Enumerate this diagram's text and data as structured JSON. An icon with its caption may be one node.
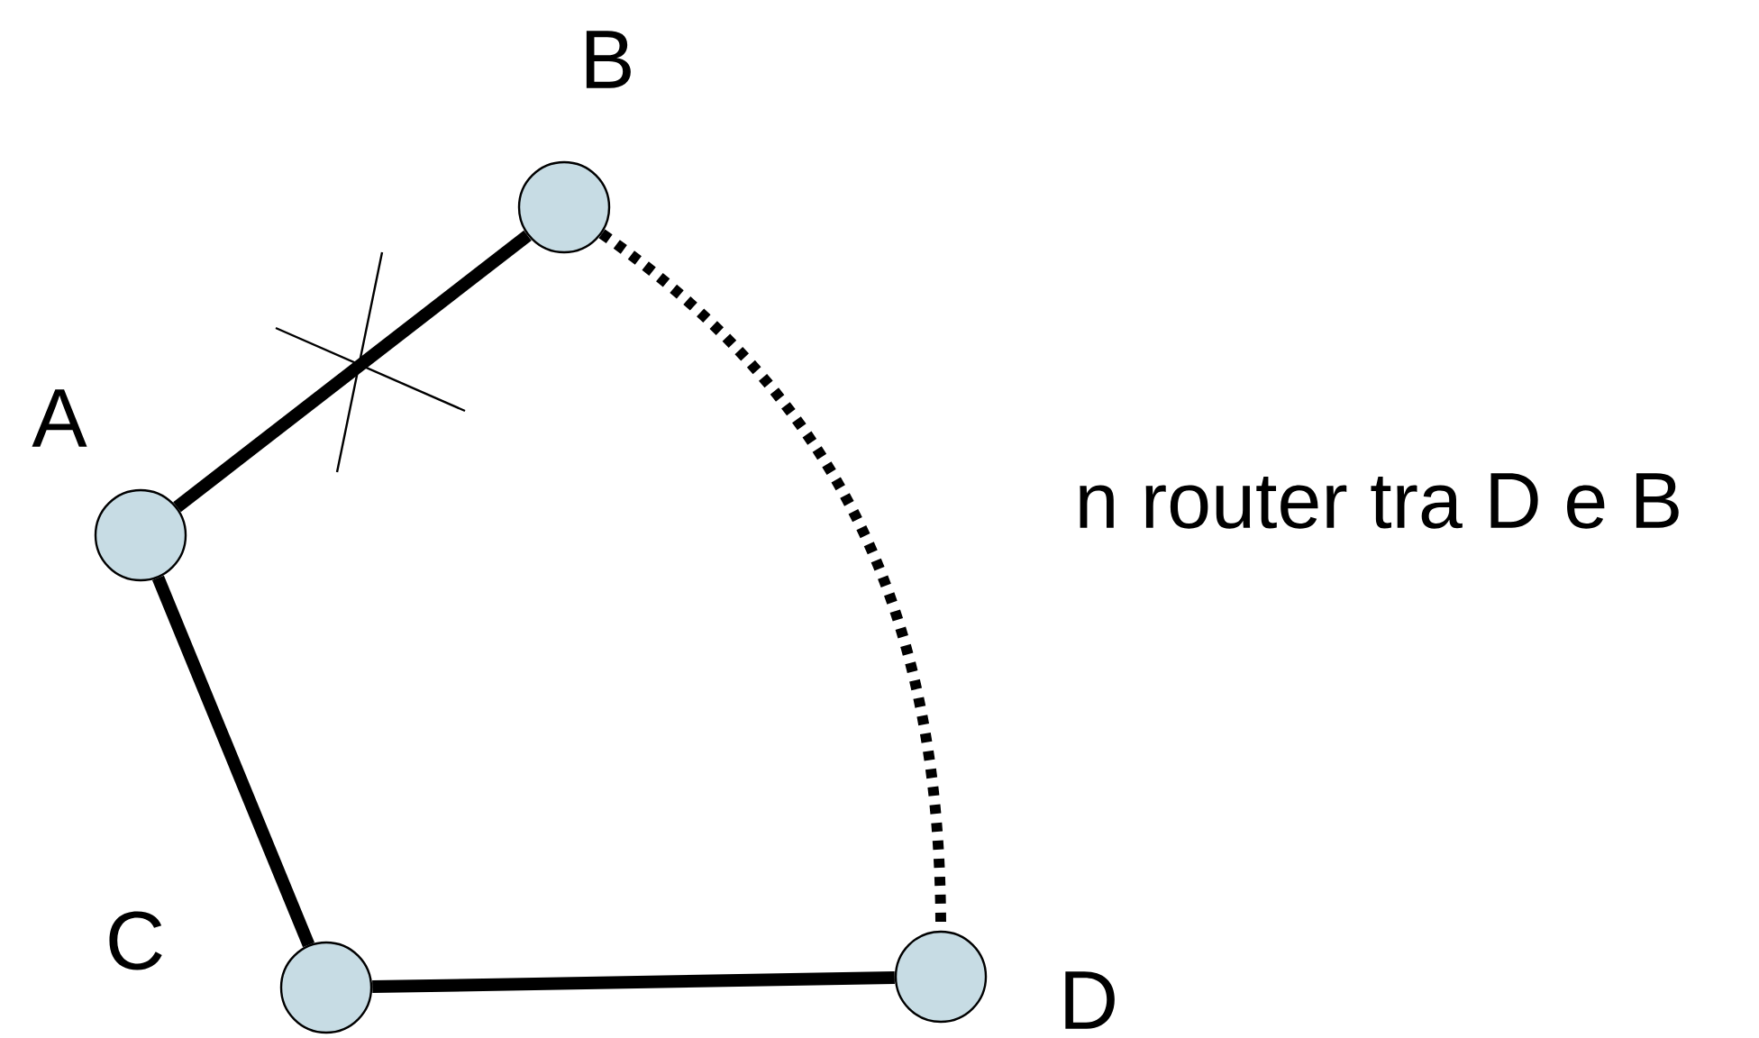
{
  "diagram": {
    "nodes": [
      {
        "text": [],
        "shape": "circle",
        "beside": [
          "B"
        ]
      },
      {
        "text": [],
        "shape": "circle",
        "beside": [
          "A"
        ]
      },
      {
        "text": [],
        "shape": "circle",
        "beside": [
          "C"
        ]
      },
      {
        "text": [],
        "shape": "circle",
        "beside": [
          "D"
        ]
      }
    ],
    "edges": [
      {
        "from": 1,
        "to": 0,
        "arrow": "none"
      },
      {
        "from": 1,
        "to": 2,
        "arrow": "none"
      },
      {
        "from": 2,
        "to": 3,
        "arrow": "none"
      },
      {
        "from": 0,
        "to": 3,
        "arrow": "none",
        "style": "dashed",
        "label": "n router tra D e B"
      }
    ]
  }
}
